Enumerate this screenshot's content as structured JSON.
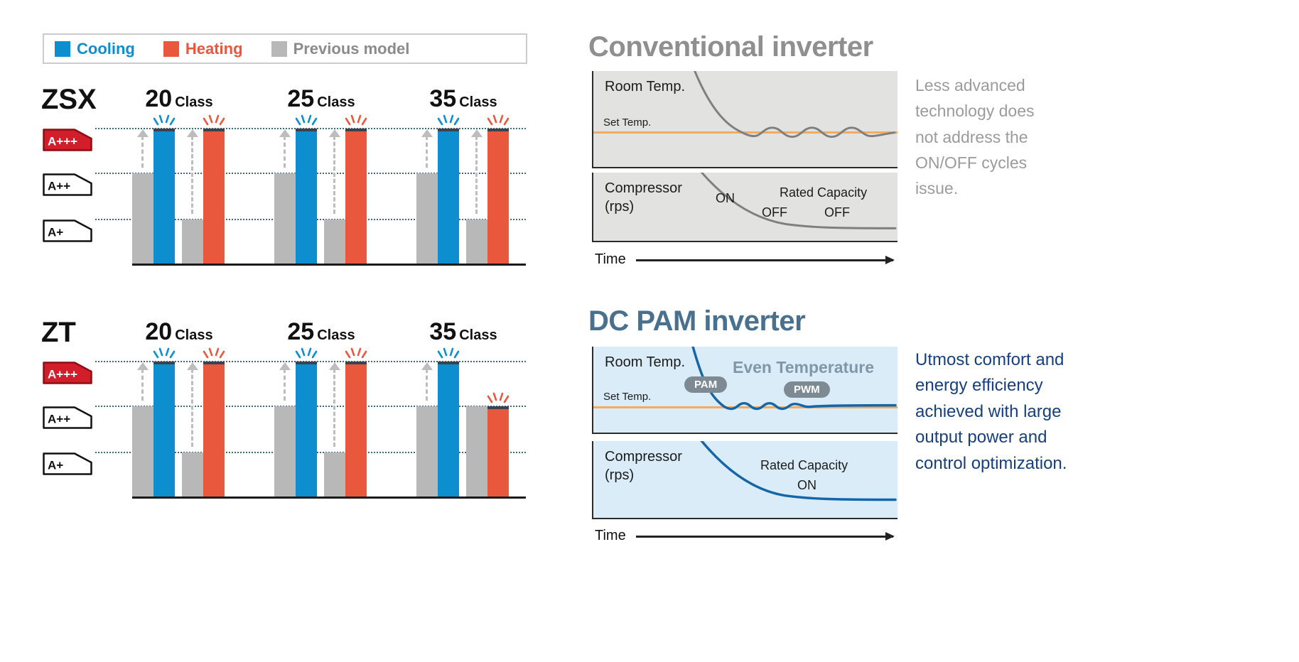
{
  "palette": {
    "cooling": "#0d8ecf",
    "heating": "#e9573d",
    "previous": "#b8b8b8",
    "previous_label": "#8b8b8b",
    "rating_top_badge": "#d21e2b",
    "level_line": "#3f6b7a",
    "conventional_heading": "#8f8f8f",
    "conventional_caption": "#9b9b9b",
    "dcpam_heading": "#49718f",
    "dcpam_caption": "#163f7d",
    "set_temp_line": "#f5ab5f",
    "panel_gray": "#e2e2e1",
    "panel_blue": "#daecf7",
    "gray_curve": "#7f7f7f",
    "blue_curve": "#1566a9",
    "pill": "#7d8a94",
    "even_temp_text": "#7f97a9"
  },
  "legend": {
    "items": [
      {
        "label": "Cooling",
        "key": "cooling"
      },
      {
        "label": "Heating",
        "key": "heating"
      },
      {
        "label": "Previous model",
        "key": "previous"
      }
    ]
  },
  "chart_data": [
    {
      "type": "bar",
      "model": "ZSX",
      "class_suffix": "Class",
      "categories": [
        "20",
        "25",
        "35"
      ],
      "levels": [
        {
          "label": "A+++",
          "value": 3
        },
        {
          "label": "A++",
          "value": 2
        },
        {
          "label": "A+",
          "value": 1
        }
      ],
      "value_scale": "energy rating reached: 3 = A+++, 2 = A++, 1 = A+",
      "groups": [
        {
          "category": "20",
          "cooling_previous": 2,
          "cooling": 3,
          "heating_previous": 1,
          "heating": 3
        },
        {
          "category": "25",
          "cooling_previous": 2,
          "cooling": 3,
          "heating_previous": 1,
          "heating": 3
        },
        {
          "category": "35",
          "cooling_previous": 2,
          "cooling": 3,
          "heating_previous": 1,
          "heating": 3
        }
      ]
    },
    {
      "type": "bar",
      "model": "ZT",
      "class_suffix": "Class",
      "categories": [
        "20",
        "25",
        "35"
      ],
      "levels": [
        {
          "label": "A+++",
          "value": 3
        },
        {
          "label": "A++",
          "value": 2
        },
        {
          "label": "A+",
          "value": 1
        }
      ],
      "value_scale": "energy rating reached: 3 = A+++, 2 = A++, 1 = A+",
      "groups": [
        {
          "category": "20",
          "cooling_previous": 2,
          "cooling": 3,
          "heating_previous": 1,
          "heating": 3
        },
        {
          "category": "25",
          "cooling_previous": 2,
          "cooling": 3,
          "heating_previous": 1,
          "heating": 3
        },
        {
          "category": "35",
          "cooling_previous": 2,
          "cooling": 3,
          "heating_previous": 2,
          "heating": 2
        }
      ]
    },
    {
      "type": "line",
      "title": "Conventional inverter",
      "xlabel": "Time",
      "panels": [
        {
          "label": "Room Temp.",
          "set_label": "Set Temp.",
          "behavior": "room temperature drops then keeps oscillating around the set temperature"
        },
        {
          "label_line1": "Compressor",
          "label_line2": "(rps)",
          "on": "ON",
          "rated": "Rated Capacity",
          "off1": "OFF",
          "off2": "OFF",
          "behavior": "compressor speed ramps down and repeats ON/OFF cycling at rated capacity"
        }
      ],
      "caption": "Less advanced technology does not address the ON/OFF cycles issue."
    },
    {
      "type": "line",
      "title": "DC PAM inverter",
      "xlabel": "Time",
      "panels": [
        {
          "label": "Room Temp.",
          "set_label": "Set Temp.",
          "highlight": "Even Temperature",
          "badges": [
            "PAM",
            "PWM"
          ],
          "behavior": "temperature falls quickly with PAM then stays even on the set temperature with PWM"
        },
        {
          "label_line1": "Compressor",
          "label_line2": "(rps)",
          "rated": "Rated Capacity",
          "on": "ON",
          "behavior": "compressor stays continuously ON at rated capacity"
        }
      ],
      "caption": "Utmost comfort and energy efficiency achieved with large output power and control optimization."
    }
  ]
}
